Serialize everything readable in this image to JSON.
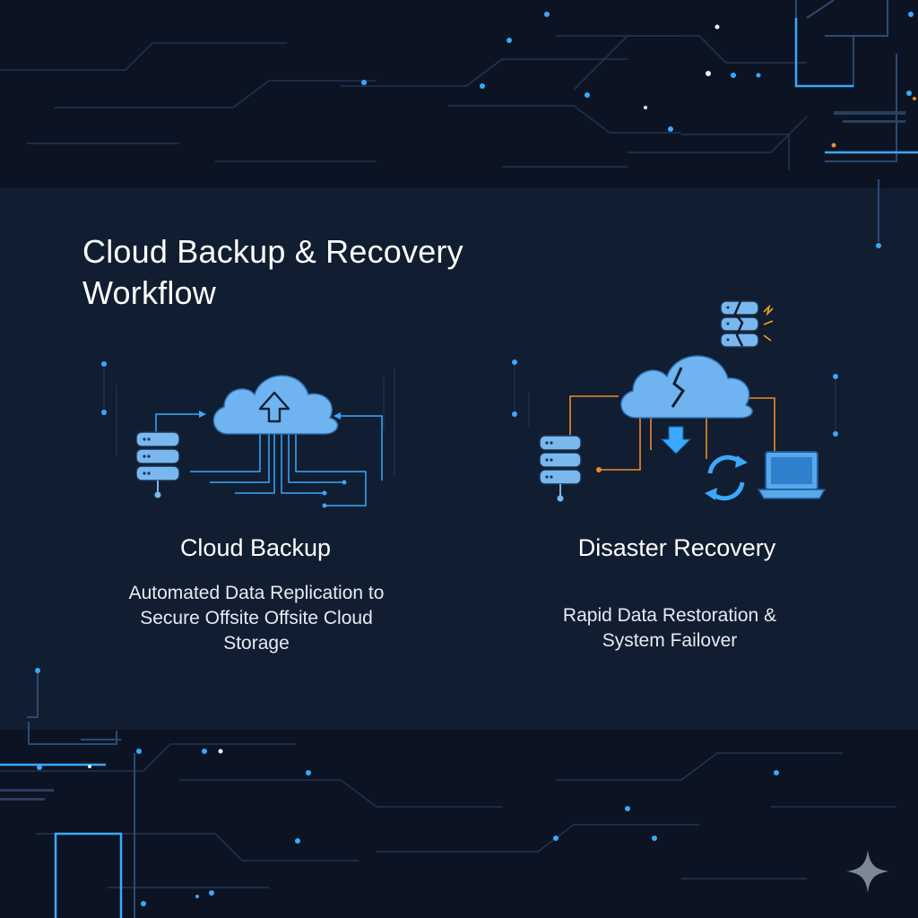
{
  "title": "Cloud Backup & Recovery Workflow",
  "panels": {
    "backup": {
      "heading": "Cloud Backup",
      "description": "Automated Data Replication to Secure Offsite Offsite Cloud Storage",
      "icons": [
        "database-icon",
        "cloud-upload-icon"
      ]
    },
    "recovery": {
      "heading": "Disaster Recovery",
      "description": "Rapid Data Restoration & System Failover",
      "icons": [
        "cracked-database-icon",
        "broken-cloud-icon",
        "download-arrow-icon",
        "sync-icon",
        "laptop-icon",
        "database-icon"
      ]
    }
  },
  "colors": {
    "background": "#0b1322",
    "panel_band": "#111d30",
    "accent_blue": "#3aa8ff",
    "cloud_blue": "#6fb4f0",
    "orange": "#f08a2c"
  }
}
